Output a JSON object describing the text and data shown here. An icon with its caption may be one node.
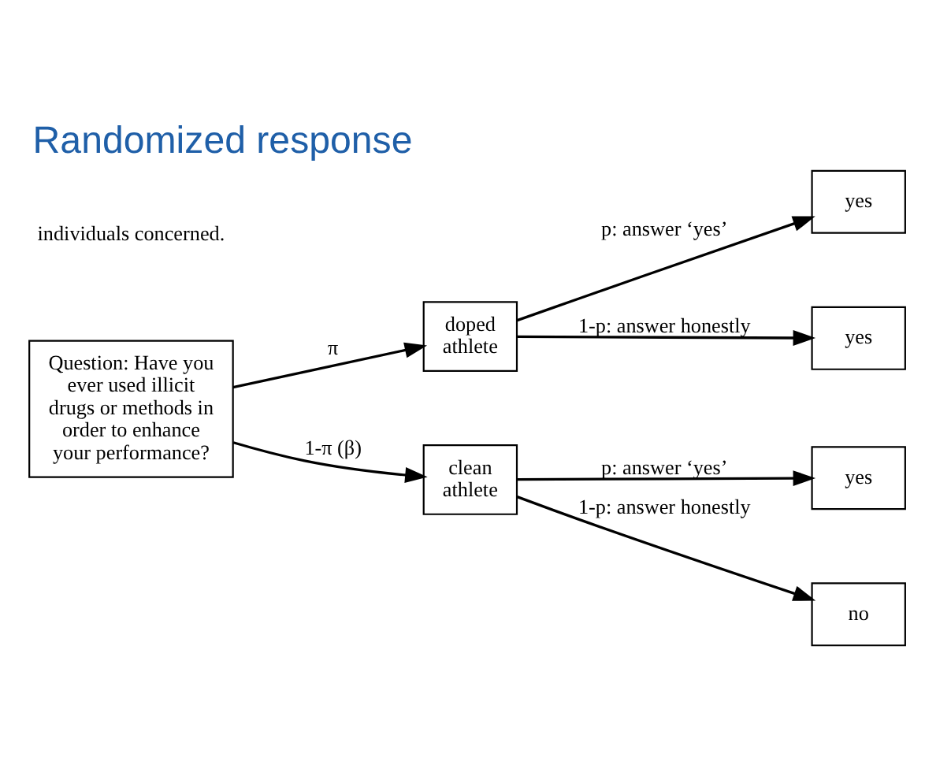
{
  "diagram": {
    "title": "Randomized response",
    "nodes": [
      {
        "text": [
          "Question: Have you ever used illicit drugs or methods in order to enhance your performance?"
        ]
      },
      {
        "text": [
          "doped athlete"
        ]
      },
      {
        "text": [
          "clean athlete"
        ]
      },
      {
        "text": [
          "yes"
        ]
      },
      {
        "text": [
          "yes"
        ]
      },
      {
        "text": [
          "yes"
        ]
      },
      {
        "text": [
          "no"
        ]
      }
    ],
    "edges": [
      {
        "from": 0,
        "to": 1,
        "arrow": "to",
        "label": "π"
      },
      {
        "from": 0,
        "to": 2,
        "arrow": "to",
        "label": "1-π (β)"
      },
      {
        "from": 1,
        "to": 3,
        "arrow": "to",
        "label": "p: answer ‘yes’"
      },
      {
        "from": 1,
        "to": 4,
        "arrow": "to",
        "label": "1-p: answer honestly"
      },
      {
        "from": 2,
        "to": 5,
        "arrow": "to",
        "label": "p: answer ‘yes’"
      },
      {
        "from": 2,
        "to": 6,
        "arrow": "to",
        "label": "1-p: answer honestly"
      }
    ],
    "labels": [
      "individuals concerned."
    ]
  }
}
